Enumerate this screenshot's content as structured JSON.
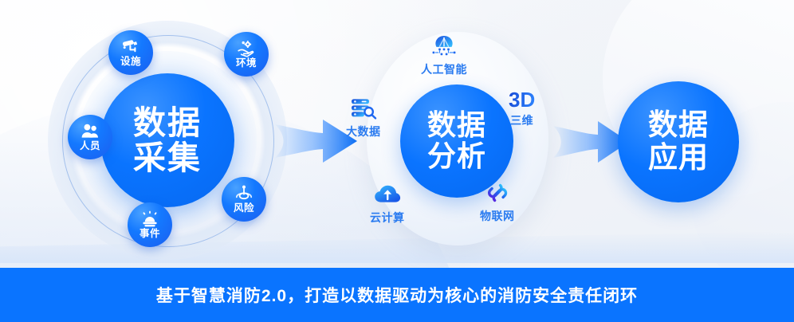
{
  "theme": {
    "accent": "#0a74ff",
    "accent_dark": "#1b5ef0",
    "background": "#f4f6f9",
    "banner_bg": "#0a74ff",
    "label_blue": "#2a7bf0"
  },
  "stages": {
    "collect": {
      "id": "data-collection",
      "line1": "数据",
      "line2": "采集",
      "nodes": [
        {
          "label": "设施",
          "icon": "cctv-camera-icon"
        },
        {
          "label": "环境",
          "icon": "hand-gears-icon"
        },
        {
          "label": "人员",
          "icon": "people-icon"
        },
        {
          "label": "风险",
          "icon": "radar-signal-icon"
        },
        {
          "label": "事件",
          "icon": "alarm-siren-icon"
        }
      ]
    },
    "analyze": {
      "id": "data-analysis",
      "line1": "数据",
      "line2": "分析",
      "nodes": [
        {
          "label": "人工智能",
          "icon": "neural-network-icon",
          "badge": ""
        },
        {
          "label": "大数据",
          "icon": "database-search-icon",
          "badge": ""
        },
        {
          "label": "三维",
          "icon": "three-d-icon",
          "badge": "3D"
        },
        {
          "label": "云计算",
          "icon": "cloud-upload-icon",
          "badge": ""
        },
        {
          "label": "物联网",
          "icon": "chain-link-icon",
          "badge": ""
        }
      ]
    },
    "apply": {
      "id": "data-application",
      "line1": "数据",
      "line2": "应用"
    }
  },
  "arrows": [
    {
      "name": "arrow-collect-to-analysis",
      "direction": "right"
    },
    {
      "name": "arrow-analysis-to-application",
      "direction": "right"
    }
  ],
  "banner": {
    "text": "基于智慧消防2.0，打造以数据驱动为核心的消防安全责任闭环"
  }
}
